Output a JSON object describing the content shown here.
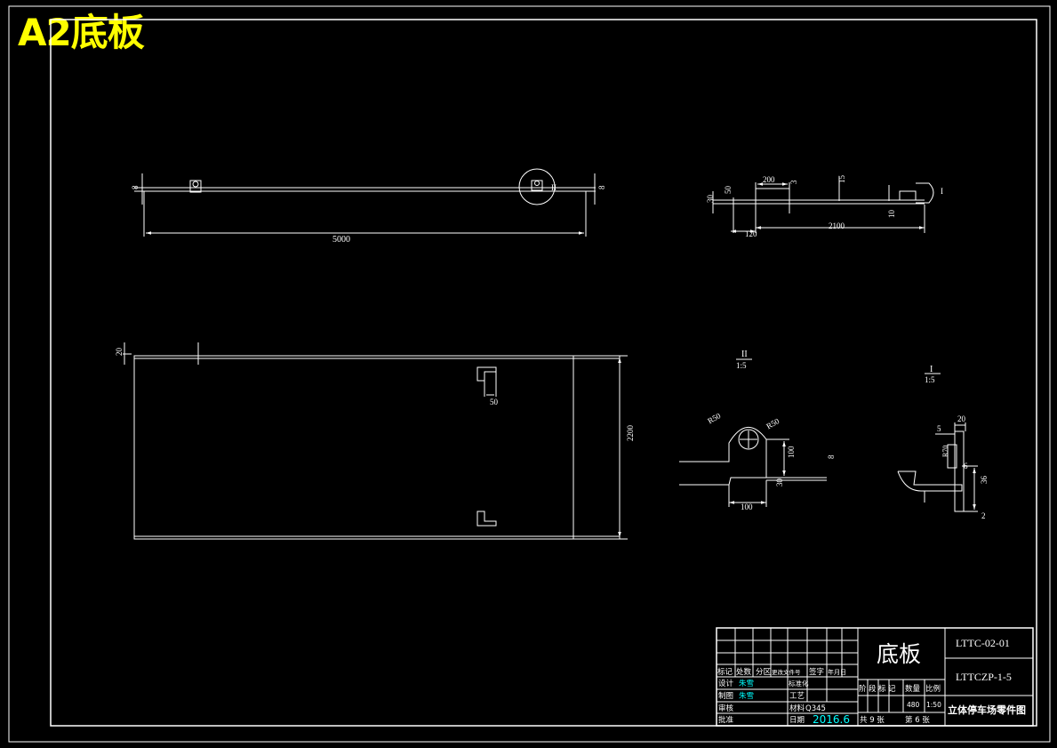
{
  "sheet_title": "A2底板",
  "colors": {
    "background": "#000000",
    "lines": "#ffffff",
    "title": "#ffff00",
    "highlight": "#00ffff"
  },
  "dims": {
    "d8a": "8",
    "d5000": "5000",
    "d8b": "8",
    "detail_ii_tag": "II",
    "d20_top": "20",
    "d50": "50",
    "d2200": "2200",
    "side_30": "30",
    "side_50": "50",
    "side_200": "200",
    "side_3": "3",
    "side_15": "15",
    "side_10": "10",
    "side_120": "120",
    "side_2100": "2100",
    "side_i_tag": "I"
  },
  "details": {
    "ii": {
      "label": "II",
      "scale": "1:5",
      "r50a": "R50",
      "r50b": "R50",
      "d100_v": "100",
      "d30": "30",
      "d100_h": "100",
      "d8": "8"
    },
    "i": {
      "label": "I",
      "scale": "1:5",
      "d20": "20",
      "d5": "5",
      "r70": "R70",
      "d6": "6",
      "d36": "36",
      "d2": "2"
    }
  },
  "title_block": {
    "part_name": "底板",
    "drawing_no": "LTTC-02-01",
    "assembly_no": "LTTCZP-1-5",
    "project": "立体停车场零件图",
    "row_labels": {
      "mark": "标记",
      "count": "处数",
      "zone": "分区",
      "change_doc": "更改文件号",
      "sign": "签字",
      "date": "年月日",
      "design": "设计",
      "draw": "制图",
      "review": "审核",
      "approve": "批准",
      "standard": "标准化",
      "process": "工艺",
      "material": "材料",
      "date2": "日期"
    },
    "designer": "朱雪",
    "drafter": "朱雪",
    "material": "Q345",
    "date": "2016.6",
    "stage_header": "阶段标记",
    "qty_header": "数量",
    "scale_header": "比例",
    "qty": "480",
    "scale": "1:50",
    "sheets_total": "共 9 张",
    "sheet_no": "第 6 张"
  }
}
